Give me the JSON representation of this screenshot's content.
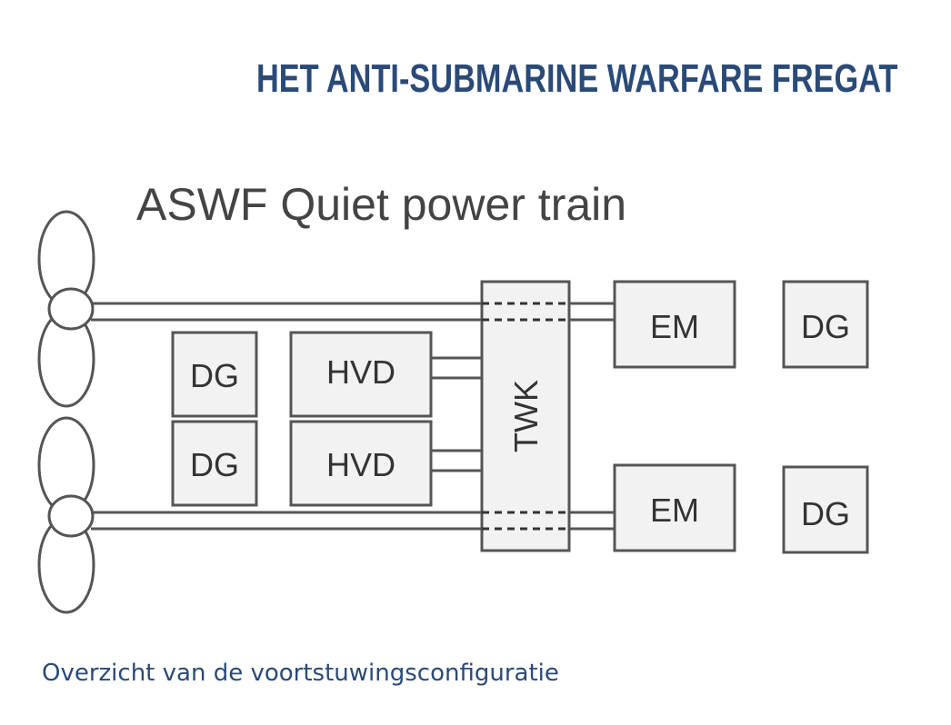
{
  "header": {
    "title": "HET ANTI-SUBMARINE WARFARE FREGAT"
  },
  "diagram": {
    "title": "ASWF Quiet power train",
    "labels": {
      "dg_left_top": "DG",
      "dg_left_bottom": "DG",
      "hvd_top": "HVD",
      "hvd_bottom": "HVD",
      "twk": "TWK",
      "em_top": "EM",
      "em_bottom": "EM",
      "dg_right_top": "DG",
      "dg_right_bottom": "DG"
    }
  },
  "caption": "Overzicht van de voortstuwingsconfiguratie",
  "colors": {
    "heading": "#2a4a78",
    "diagram_ink": "#555555"
  }
}
